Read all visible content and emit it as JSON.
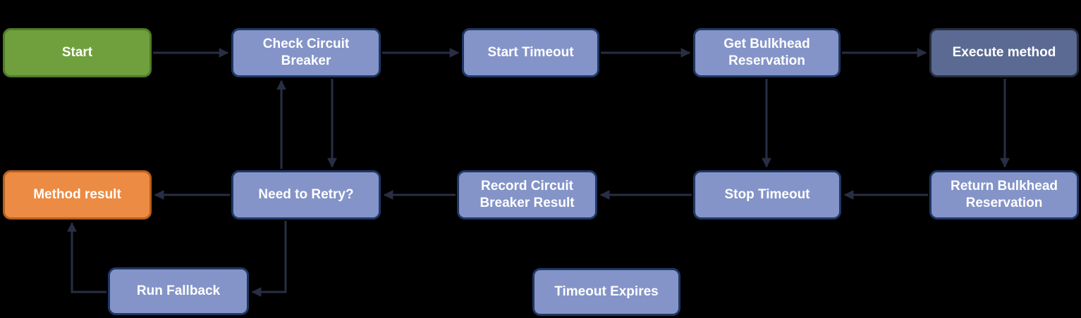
{
  "diagram": {
    "background": "#000000",
    "arrow_color": "#282e44",
    "palette": {
      "green_fill": "#70a03e",
      "green_border": "#507c27",
      "blue_fill": "#8494c8",
      "blue_border": "#1f3864",
      "dark_fill": "#5b6a92",
      "dark_border": "#262d40",
      "orange_fill": "#ec8b43",
      "orange_border": "#b85f1e",
      "text": "#ffffff"
    },
    "nodes": [
      {
        "id": "start",
        "label": "Start",
        "type": "green"
      },
      {
        "id": "check-circuit-breaker",
        "label": "Check Circuit Breaker",
        "type": "blue"
      },
      {
        "id": "start-timeout",
        "label": "Start Timeout",
        "type": "blue"
      },
      {
        "id": "get-bulkhead-reservation",
        "label": "Get Bulkhead Reservation",
        "type": "blue"
      },
      {
        "id": "execute-method",
        "label": "Execute method",
        "type": "dark"
      },
      {
        "id": "method-result",
        "label": "Method result",
        "type": "orange"
      },
      {
        "id": "need-to-retry",
        "label": "Need to Retry?",
        "type": "blue"
      },
      {
        "id": "record-circuit-breaker-result",
        "label": "Record Circuit Breaker Result",
        "type": "blue"
      },
      {
        "id": "stop-timeout",
        "label": "Stop Timeout",
        "type": "blue"
      },
      {
        "id": "return-bulkhead-reservation",
        "label": "Return Bulkhead Reservation",
        "type": "blue"
      },
      {
        "id": "run-fallback",
        "label": "Run Fallback",
        "type": "blue"
      },
      {
        "id": "timeout-expires",
        "label": "Timeout Expires",
        "type": "blue"
      }
    ],
    "edges": [
      {
        "from": "start",
        "to": "check-circuit-breaker"
      },
      {
        "from": "check-circuit-breaker",
        "to": "start-timeout"
      },
      {
        "from": "start-timeout",
        "to": "get-bulkhead-reservation"
      },
      {
        "from": "get-bulkhead-reservation",
        "to": "execute-method"
      },
      {
        "from": "execute-method",
        "to": "return-bulkhead-reservation"
      },
      {
        "from": "get-bulkhead-reservation",
        "to": "stop-timeout"
      },
      {
        "from": "return-bulkhead-reservation",
        "to": "stop-timeout"
      },
      {
        "from": "stop-timeout",
        "to": "record-circuit-breaker-result"
      },
      {
        "from": "record-circuit-breaker-result",
        "to": "need-to-retry"
      },
      {
        "from": "need-to-retry",
        "to": "method-result"
      },
      {
        "from": "need-to-retry",
        "to": "check-circuit-breaker"
      },
      {
        "from": "check-circuit-breaker",
        "to": "need-to-retry"
      },
      {
        "from": "need-to-retry",
        "to": "run-fallback"
      },
      {
        "from": "run-fallback",
        "to": "method-result"
      }
    ]
  }
}
